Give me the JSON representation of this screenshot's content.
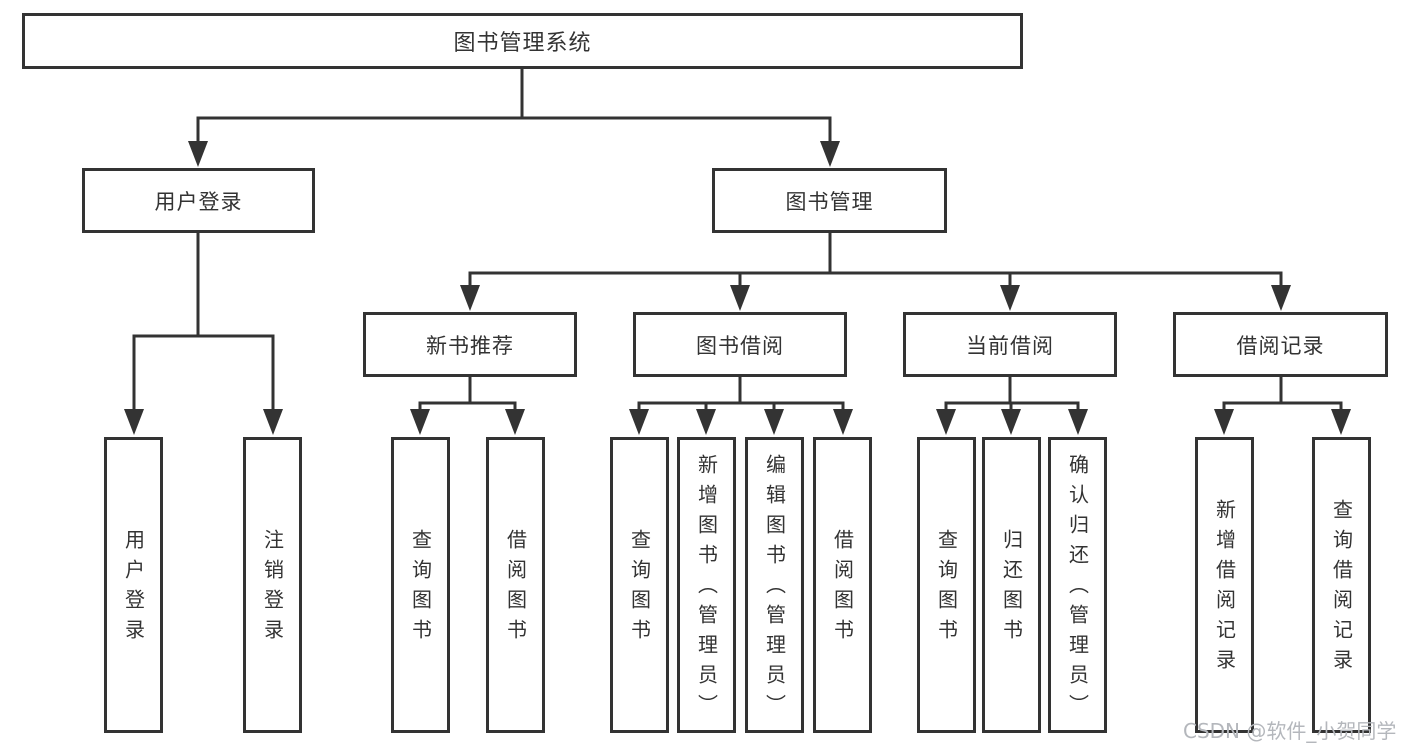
{
  "tree": {
    "root": "图书管理系统",
    "branches": [
      {
        "label": "用户登录",
        "children": [
          "用户登录",
          "注销登录"
        ]
      },
      {
        "label": "图书管理",
        "groups": [
          {
            "label": "新书推荐",
            "children": [
              "查询图书",
              "借阅图书"
            ]
          },
          {
            "label": "图书借阅",
            "children": [
              "查询图书",
              "新增图书（管理员）",
              "编辑图书（管理员）",
              "借阅图书"
            ]
          },
          {
            "label": "当前借阅",
            "children": [
              "查询图书",
              "归还图书",
              "确认归还（管理员）"
            ]
          },
          {
            "label": "借阅记录",
            "children": [
              "新增借阅记录",
              "查询借阅记录"
            ]
          }
        ]
      }
    ]
  },
  "watermark": {
    "text": "CSDN @软件_小贺同学"
  },
  "colors": {
    "stroke": "#333333",
    "text": "#333333",
    "box_background": "#ffffff",
    "page_background": "#ffffff",
    "watermark": "#b4b7bc"
  }
}
